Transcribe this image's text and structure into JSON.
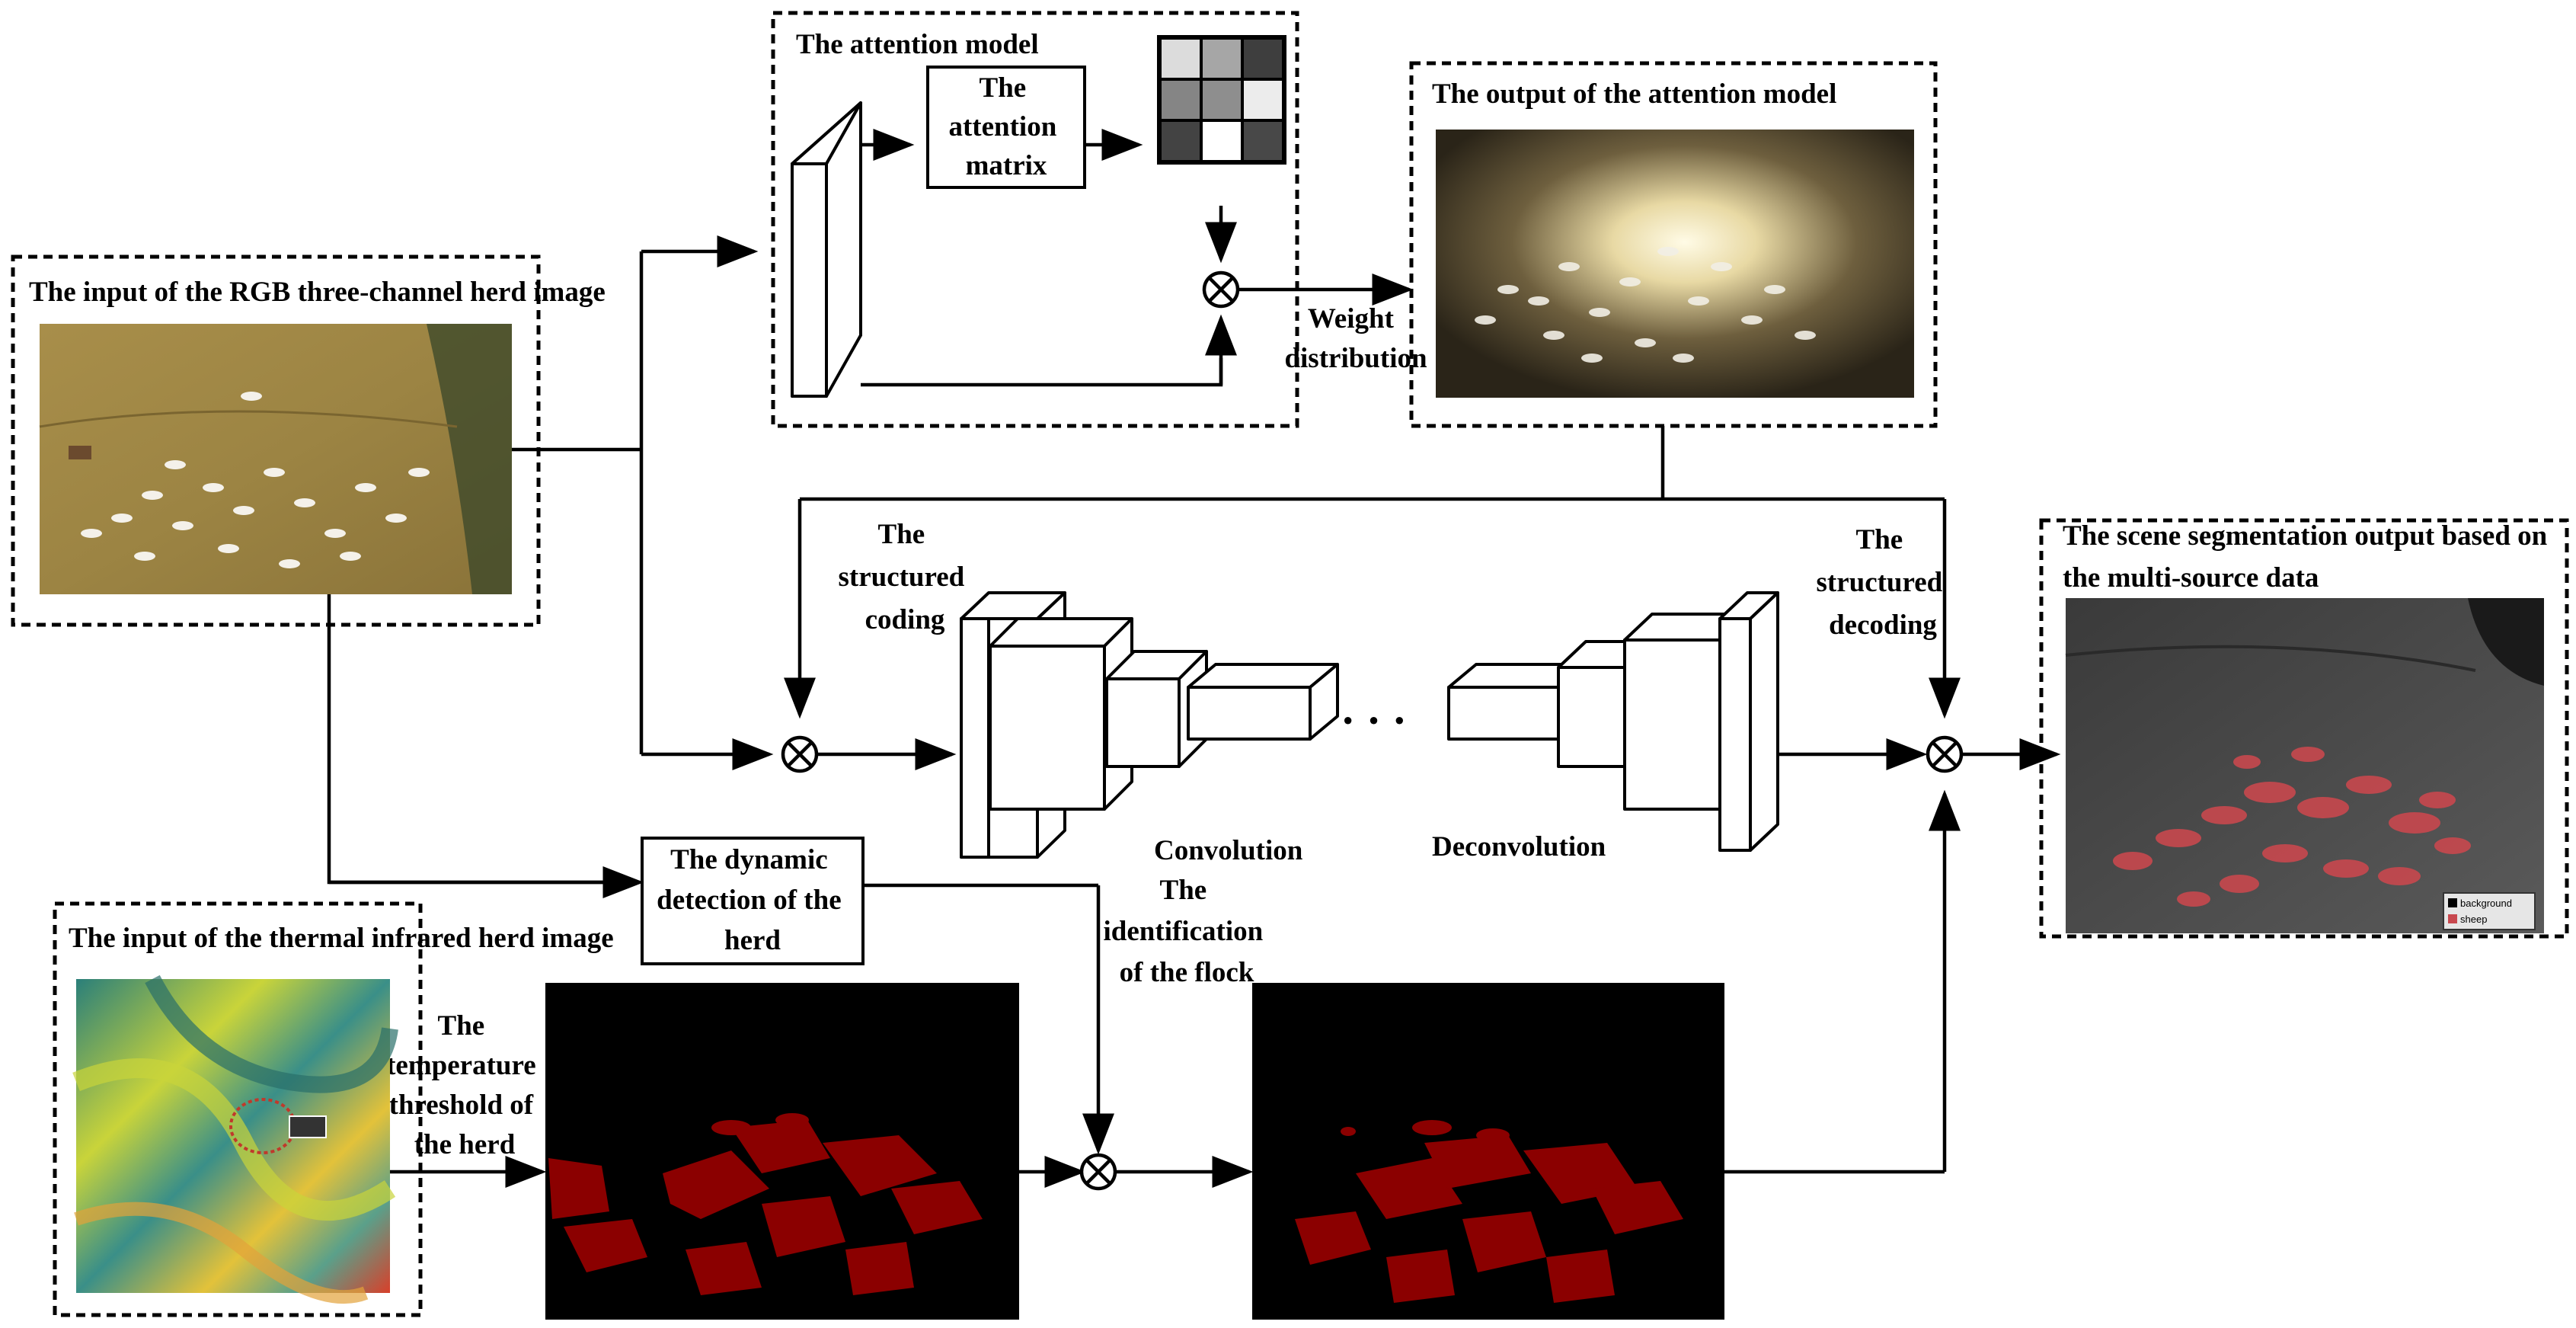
{
  "labels": {
    "attention_model": "The attention model",
    "attention_matrix": [
      "The",
      "attention",
      "matrix"
    ],
    "attention_output": "The output of the attention model",
    "rgb_input": "The input of the RGB three-channel herd image",
    "weight_distribution": [
      "Weight",
      "distribution"
    ],
    "structured_coding": [
      "The",
      "structured",
      "coding"
    ],
    "structured_decoding": [
      "The",
      "structured",
      "decoding"
    ],
    "scene_output": [
      "The scene segmentation output based on",
      "the multi-source data"
    ],
    "convolution": "Convolution",
    "deconvolution": "Deconvolution",
    "ellipsis": "· · ·",
    "dynamic_detection": [
      "The dynamic",
      "detection of the",
      "herd"
    ],
    "identification": [
      "The",
      "identification",
      "of the flock"
    ],
    "thermal_input": "The input of the thermal infrared herd image",
    "temperature_threshold": [
      "The",
      "temperature",
      "threshold of",
      "the herd"
    ],
    "legend": [
      "background",
      "sheep"
    ]
  },
  "colors": {
    "line": "#000000",
    "mask_red": "#8b0000",
    "mask_bg": "#000000",
    "grass": "#9c8443",
    "sheep_overlay": "#c8484e"
  },
  "attention_matrix_cells": [
    [
      0.85,
      0.62,
      0.18
    ],
    [
      0.48,
      0.52,
      0.92
    ],
    [
      0.2,
      1.0,
      0.22
    ]
  ]
}
